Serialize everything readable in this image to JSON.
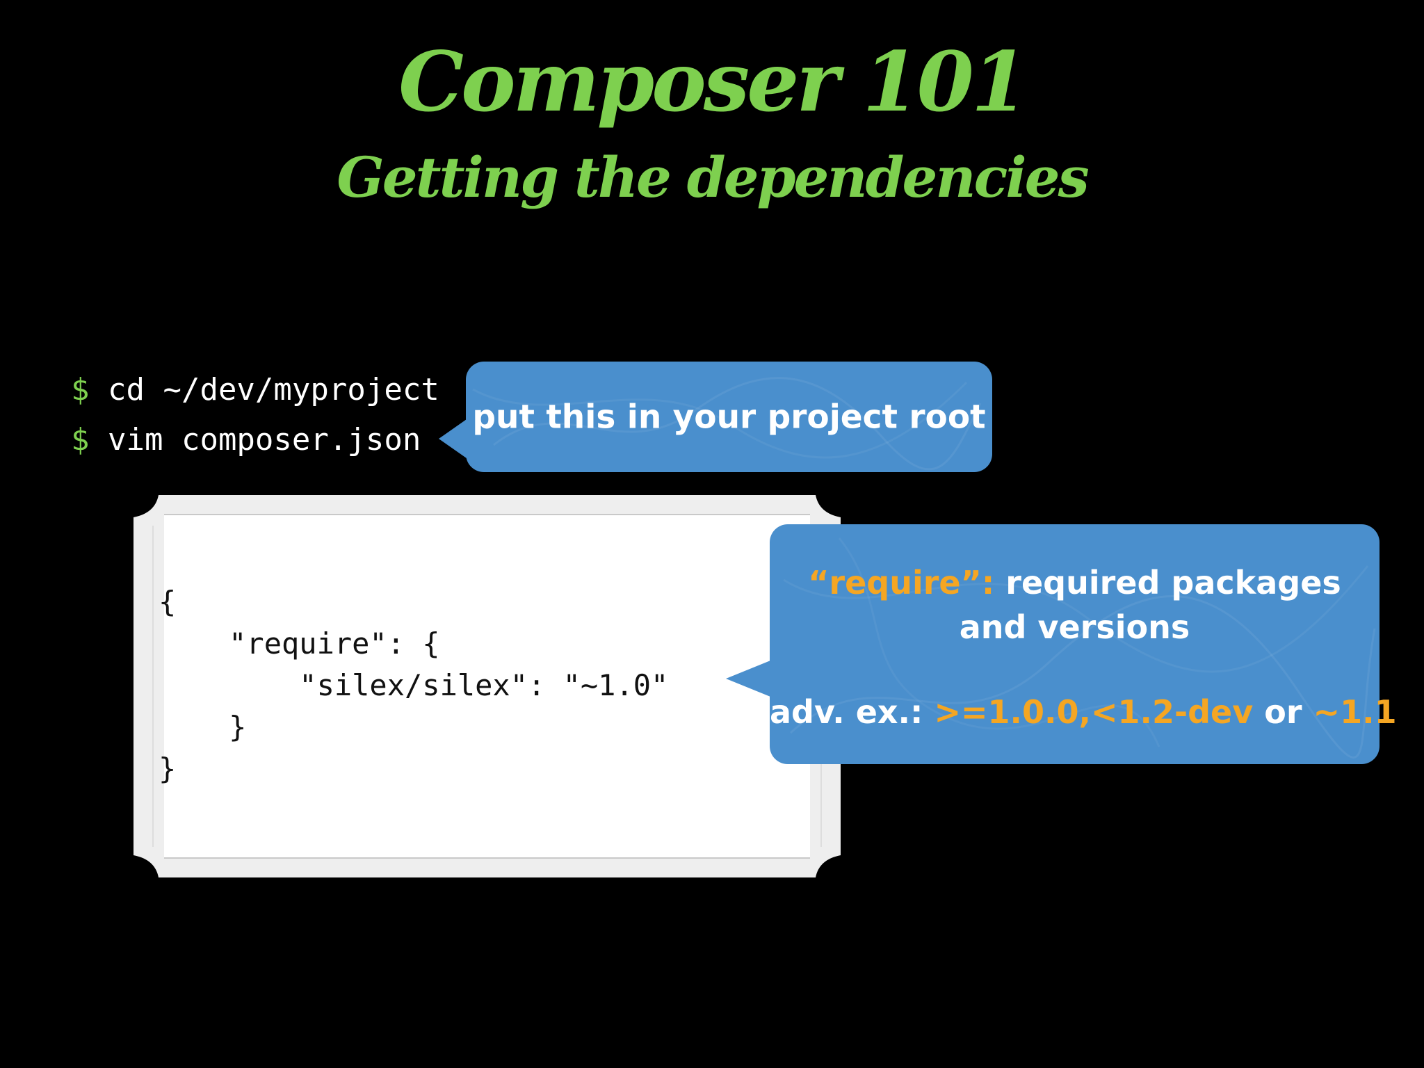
{
  "slide": {
    "title": "Composer 101",
    "subtitle": "Getting the dependencies"
  },
  "terminal": {
    "lines": [
      {
        "prompt": "$",
        "command": "cd ~/dev/myproject"
      },
      {
        "prompt": "$",
        "command": "vim composer.json"
      }
    ]
  },
  "callout_root": {
    "text": "put this in your project root"
  },
  "code": {
    "lines": [
      "{",
      "    \"require\": {",
      "        \"silex/silex\": \"~1.0\"",
      "    }",
      "}"
    ]
  },
  "callout_require": {
    "key": "“require”:",
    "description": "required packages and versions",
    "adv_label": "adv. ex.:",
    "adv_example_1": ">=1.0.0,<1.2-dev",
    "adv_connector": "or",
    "adv_example_2": "~1.1"
  },
  "colors": {
    "background": "#000000",
    "title_green": "#7ed04f",
    "bubble_blue": "#4a8fcd",
    "highlight_orange": "#f5a623"
  }
}
